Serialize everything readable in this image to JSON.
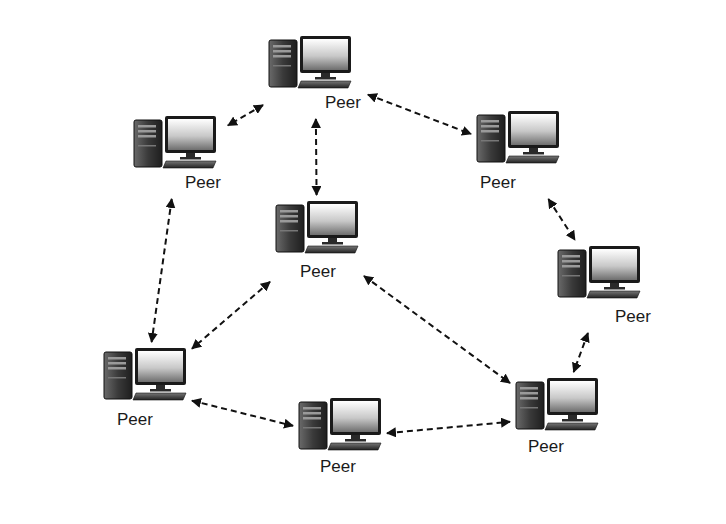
{
  "diagram": {
    "nodes": [
      {
        "text": [
          "Peer"
        ]
      },
      {
        "text": [
          "Peer"
        ]
      },
      {
        "text": [
          "Peer"
        ]
      },
      {
        "text": [
          "Peer"
        ]
      },
      {
        "text": [
          "Peer"
        ]
      },
      {
        "text": [
          "Peer"
        ]
      },
      {
        "text": [
          "Peer"
        ]
      },
      {
        "text": [
          "Peer"
        ]
      }
    ],
    "edges": [
      {
        "from": 0,
        "to": 1,
        "arrow": "both"
      },
      {
        "from": 0,
        "to": 2,
        "arrow": "both"
      },
      {
        "from": 0,
        "to": 3,
        "arrow": "both"
      },
      {
        "from": 1,
        "to": 5,
        "arrow": "both"
      },
      {
        "from": 2,
        "to": 4,
        "arrow": "both"
      },
      {
        "from": 3,
        "to": 5,
        "arrow": "both"
      },
      {
        "from": 3,
        "to": 7,
        "arrow": "both"
      },
      {
        "from": 5,
        "to": 6,
        "arrow": "both"
      },
      {
        "from": 6,
        "to": 7,
        "arrow": "both"
      },
      {
        "from": 4,
        "to": 7,
        "arrow": "both"
      }
    ]
  }
}
